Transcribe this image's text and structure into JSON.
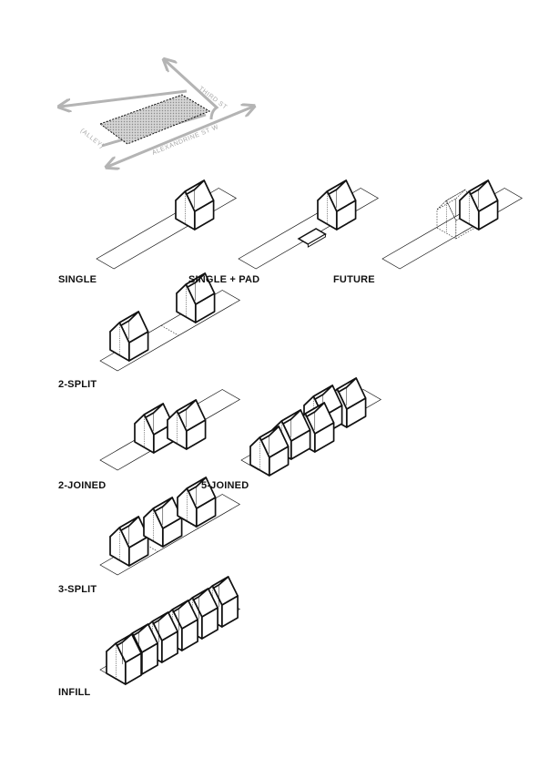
{
  "site_plan": {
    "street_third": "THIRD ST",
    "street_alexandrine": "ALEXANDRINE ST W",
    "street_alley": "(ALLEY)"
  },
  "configurations": [
    {
      "id": "single",
      "label": "SINGLE"
    },
    {
      "id": "single-pad",
      "label": "SINGLE + PAD"
    },
    {
      "id": "future",
      "label": "FUTURE"
    },
    {
      "id": "two-split",
      "label": "2-SPLIT"
    },
    {
      "id": "two-joined",
      "label": "2-JOINED"
    },
    {
      "id": "five-joined",
      "label": "5-JOINED"
    },
    {
      "id": "three-split",
      "label": "3-SPLIT"
    },
    {
      "id": "infill",
      "label": "INFILL"
    }
  ],
  "colors": {
    "line": "#111111",
    "street": "#b4b4b4",
    "lot_fill": "#c9c9c9"
  }
}
